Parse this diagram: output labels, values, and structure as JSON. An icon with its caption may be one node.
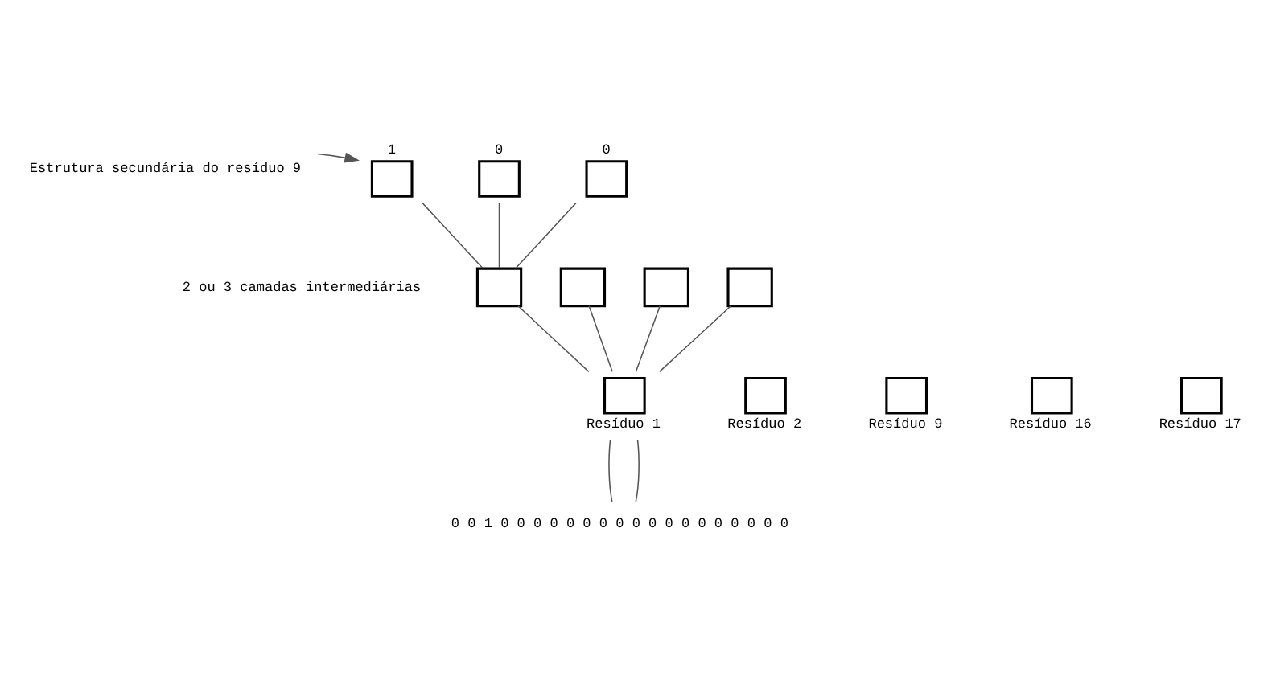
{
  "diagram": {
    "nodes": [
      {
        "text": [
          "Estrutura secundária do resíduo 9"
        ]
      },
      {
        "text": [],
        "shape": "box",
        "beside": [
          "1"
        ]
      },
      {
        "text": [],
        "shape": "box",
        "beside": [
          "0"
        ]
      },
      {
        "text": [],
        "shape": "box",
        "beside": [
          "0"
        ]
      },
      {
        "text": [],
        "shape": "box"
      },
      {
        "text": [],
        "shape": "box"
      },
      {
        "text": [],
        "shape": "box"
      },
      {
        "text": [],
        "shape": "box"
      },
      {
        "text": [],
        "shape": "box",
        "beside": [
          "Resíduo 1"
        ]
      },
      {
        "text": [],
        "shape": "box",
        "beside": [
          "Resíduo 2"
        ]
      },
      {
        "text": [],
        "shape": "box",
        "beside": [
          "Resíduo 9"
        ]
      },
      {
        "text": [],
        "shape": "box",
        "beside": [
          "Resíduo 16"
        ]
      },
      {
        "text": [],
        "shape": "box",
        "beside": [
          "Resíduo 17"
        ]
      },
      {
        "text": [
          "0 0 1 0 0 0 0 0 0 0 0 0 0 0 0 0 0 0 0 0 0"
        ]
      }
    ],
    "edges": [
      {
        "from": 0,
        "to": 1,
        "arrow": "to"
      },
      {
        "from": 1,
        "to": 4,
        "arrow": "none"
      },
      {
        "from": 2,
        "to": 4,
        "arrow": "none"
      },
      {
        "from": 3,
        "to": 4,
        "arrow": "none"
      },
      {
        "from": 4,
        "to": 8,
        "arrow": "none"
      },
      {
        "from": 5,
        "to": 8,
        "arrow": "none"
      },
      {
        "from": 6,
        "to": 8,
        "arrow": "none"
      },
      {
        "from": 7,
        "to": 8,
        "arrow": "none"
      },
      {
        "from": 8,
        "to": 13,
        "arrow": "none"
      },
      {
        "from": 8,
        "to": 13,
        "arrow": "none"
      }
    ],
    "labels": [
      "2 ou 3 camadas intermediárias"
    ]
  }
}
